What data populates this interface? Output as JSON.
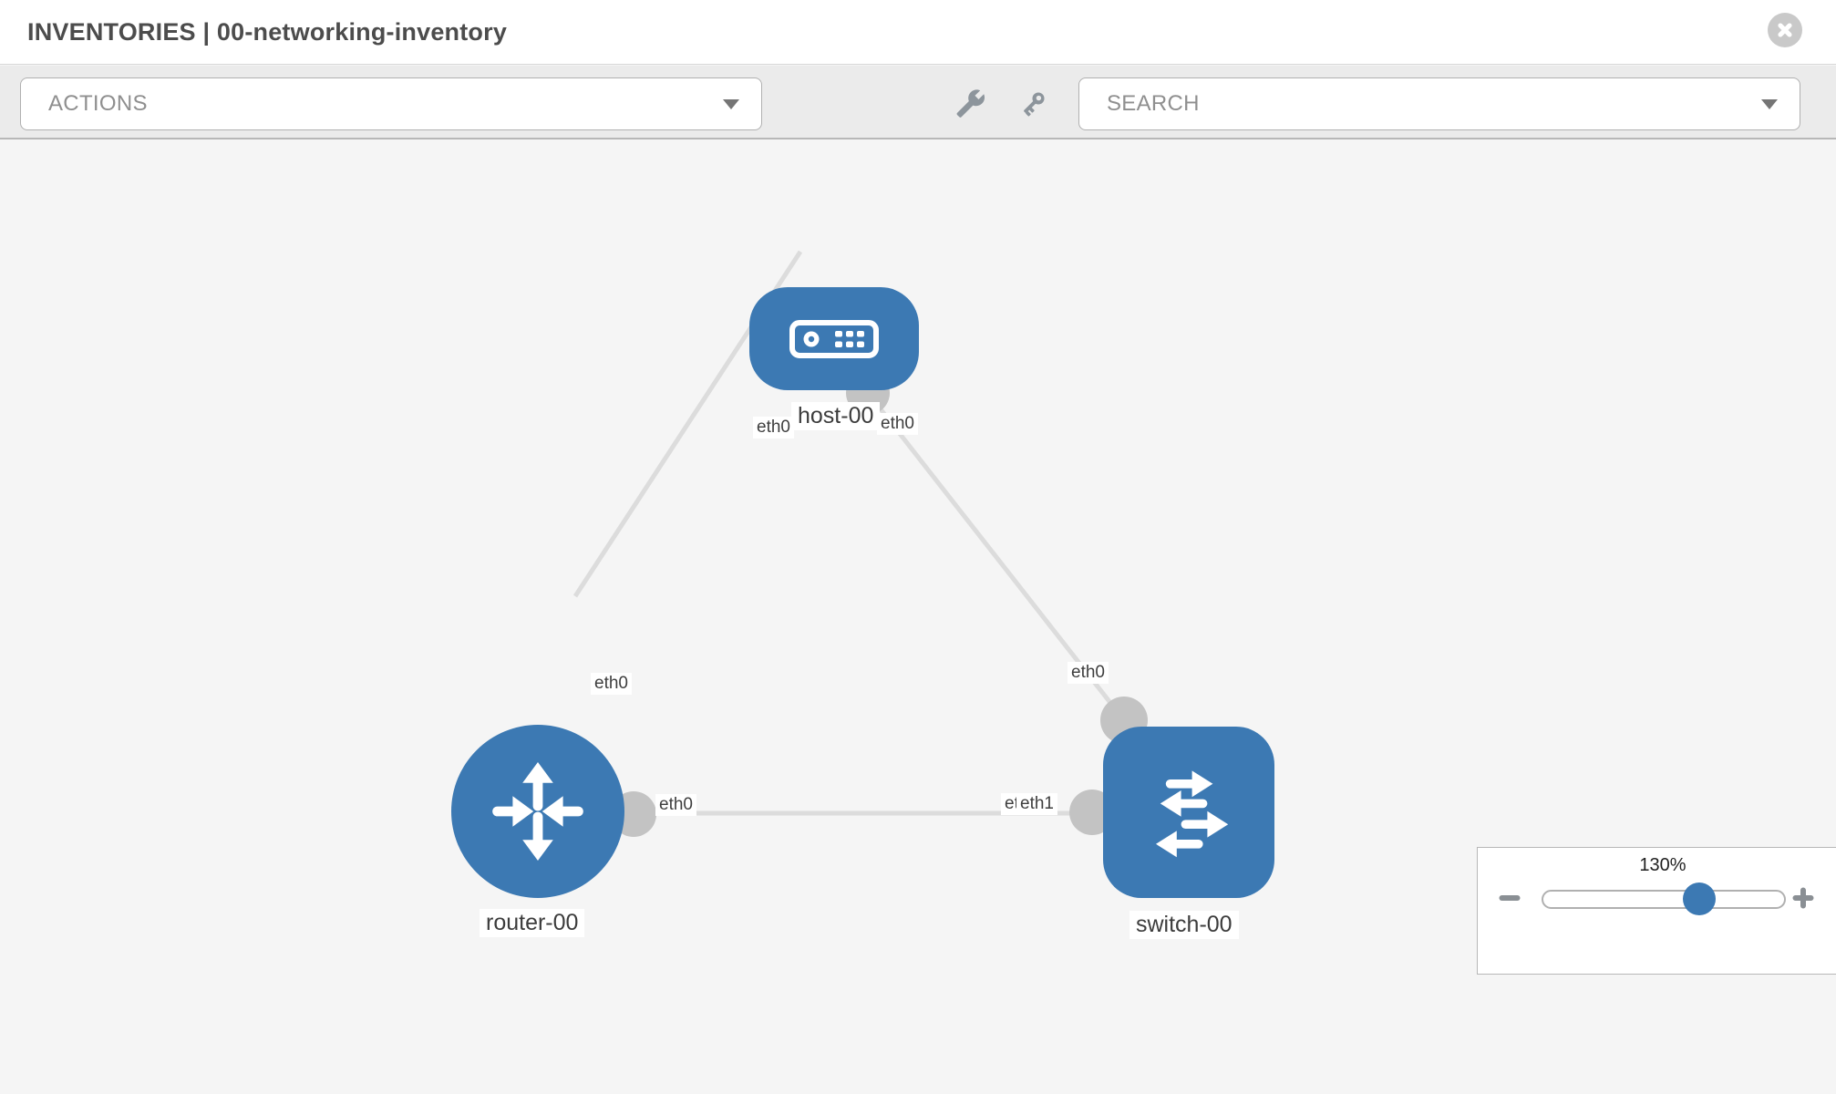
{
  "header": {
    "title": "INVENTORIES | 00-networking-inventory"
  },
  "toolbar": {
    "actions_label": "ACTIONS",
    "search_placeholder": "SEARCH",
    "icons": [
      "wrench-icon",
      "key-icon"
    ]
  },
  "topology": {
    "nodes": [
      {
        "label": "host-00",
        "type": "host",
        "icon": "host-icon"
      },
      {
        "label": "router-00",
        "type": "router",
        "icon": "router-icon"
      },
      {
        "label": "switch-00",
        "type": "switch",
        "icon": "switch-icon"
      }
    ],
    "links": [
      {
        "from": "host-00",
        "from_port": "eth0",
        "to": "router-00",
        "to_port": "eth0"
      },
      {
        "from": "host-00",
        "from_port": "eth0",
        "to": "switch-00",
        "to_port": "eth0"
      },
      {
        "from": "router-00",
        "from_port": "eth0",
        "to": "switch-00",
        "to_port": "eth1"
      }
    ],
    "occluded_port_label": "eth0"
  },
  "zoom_control": {
    "level": "130%"
  },
  "colors": {
    "node_blue": "#3c79b3",
    "connector_gray": "#c3c3c3",
    "link_gray": "#dcdcdc",
    "toolbar_gray": "#ebebeb",
    "canvas_gray": "#f5f5f5"
  }
}
